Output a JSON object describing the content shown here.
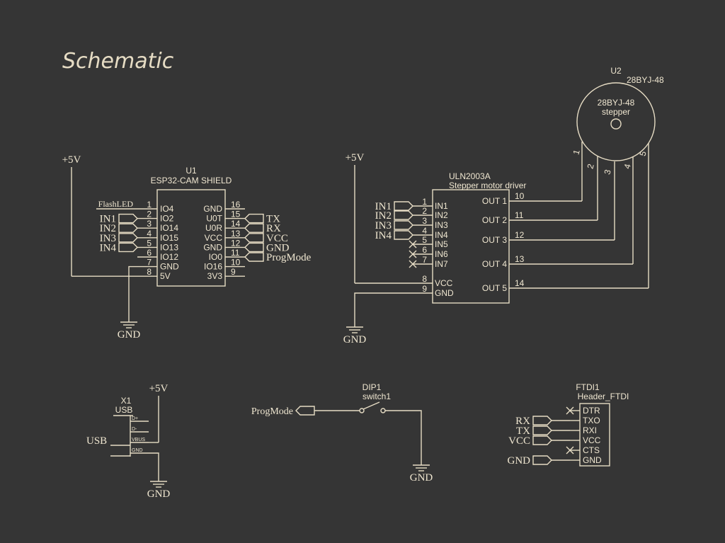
{
  "title": "Schematic",
  "u1": {
    "ref": "U1",
    "value": "ESP32-CAM SHIELD",
    "left_pins": [
      {
        "num": "1",
        "name": "IO4",
        "net": "FlashLED"
      },
      {
        "num": "2",
        "name": "IO2",
        "net": "IN1"
      },
      {
        "num": "3",
        "name": "IO14",
        "net": "IN2"
      },
      {
        "num": "4",
        "name": "IO15",
        "net": "IN3"
      },
      {
        "num": "5",
        "name": "IO13",
        "net": "IN4"
      },
      {
        "num": "6",
        "name": "IO12",
        "net": ""
      },
      {
        "num": "7",
        "name": "GND",
        "net": ""
      },
      {
        "num": "8",
        "name": "5V",
        "net": ""
      }
    ],
    "right_pins": [
      {
        "num": "16",
        "name": "GND",
        "net": ""
      },
      {
        "num": "15",
        "name": "U0T",
        "net": "TX"
      },
      {
        "num": "14",
        "name": "U0R",
        "net": "RX"
      },
      {
        "num": "13",
        "name": "VCC",
        "net": "VCC"
      },
      {
        "num": "12",
        "name": "GND",
        "net": "GND"
      },
      {
        "num": "11",
        "name": "IO0",
        "net": "ProgMode"
      },
      {
        "num": "10",
        "name": "IO16",
        "net": ""
      },
      {
        "num": "9",
        "name": "3V3",
        "net": ""
      }
    ]
  },
  "u2": {
    "ref": "U2",
    "value": "28BYJ-48",
    "body_line1": "28BYJ-48",
    "body_line2": "stepper",
    "pins": [
      "1",
      "2",
      "3",
      "4",
      "5"
    ]
  },
  "uln": {
    "value": "ULN2003A",
    "description": "Stepper motor driver",
    "left_pins": [
      {
        "num": "1",
        "name": "IN1",
        "net": "IN1"
      },
      {
        "num": "2",
        "name": "IN2",
        "net": "IN2"
      },
      {
        "num": "3",
        "name": "IN3",
        "net": "IN3"
      },
      {
        "num": "4",
        "name": "IN4",
        "net": "IN4"
      },
      {
        "num": "5",
        "name": "IN5",
        "net": ""
      },
      {
        "num": "6",
        "name": "IN6",
        "net": ""
      },
      {
        "num": "7",
        "name": "IN7",
        "net": ""
      },
      {
        "num": "8",
        "name": "VCC",
        "net": ""
      },
      {
        "num": "9",
        "name": "GND",
        "net": ""
      }
    ],
    "right_pins": [
      {
        "num": "10",
        "name": "OUT 1"
      },
      {
        "num": "11",
        "name": "OUT 2"
      },
      {
        "num": "12",
        "name": "OUT 3"
      },
      {
        "num": "13",
        "name": "OUT 4"
      },
      {
        "num": "14",
        "name": "OUT 5"
      }
    ]
  },
  "x1": {
    "ref": "X1",
    "value": "USB",
    "side_label": "USB",
    "pins": [
      "D+",
      "D-",
      "VBUS",
      "GND"
    ]
  },
  "dip1": {
    "ref": "DIP1",
    "value": "switch1",
    "net": "ProgMode"
  },
  "ftdi": {
    "ref": "FTDI1",
    "value": "Header_FTDI",
    "pins": [
      {
        "name": "DTR",
        "net": ""
      },
      {
        "name": "TXO",
        "net": "RX"
      },
      {
        "name": "RXI",
        "net": "TX"
      },
      {
        "name": "VCC",
        "net": "VCC"
      },
      {
        "name": "CTS",
        "net": ""
      },
      {
        "name": "GND",
        "net": "GND"
      }
    ]
  },
  "power": {
    "plus5v": "+5V",
    "gnd": "GND"
  }
}
